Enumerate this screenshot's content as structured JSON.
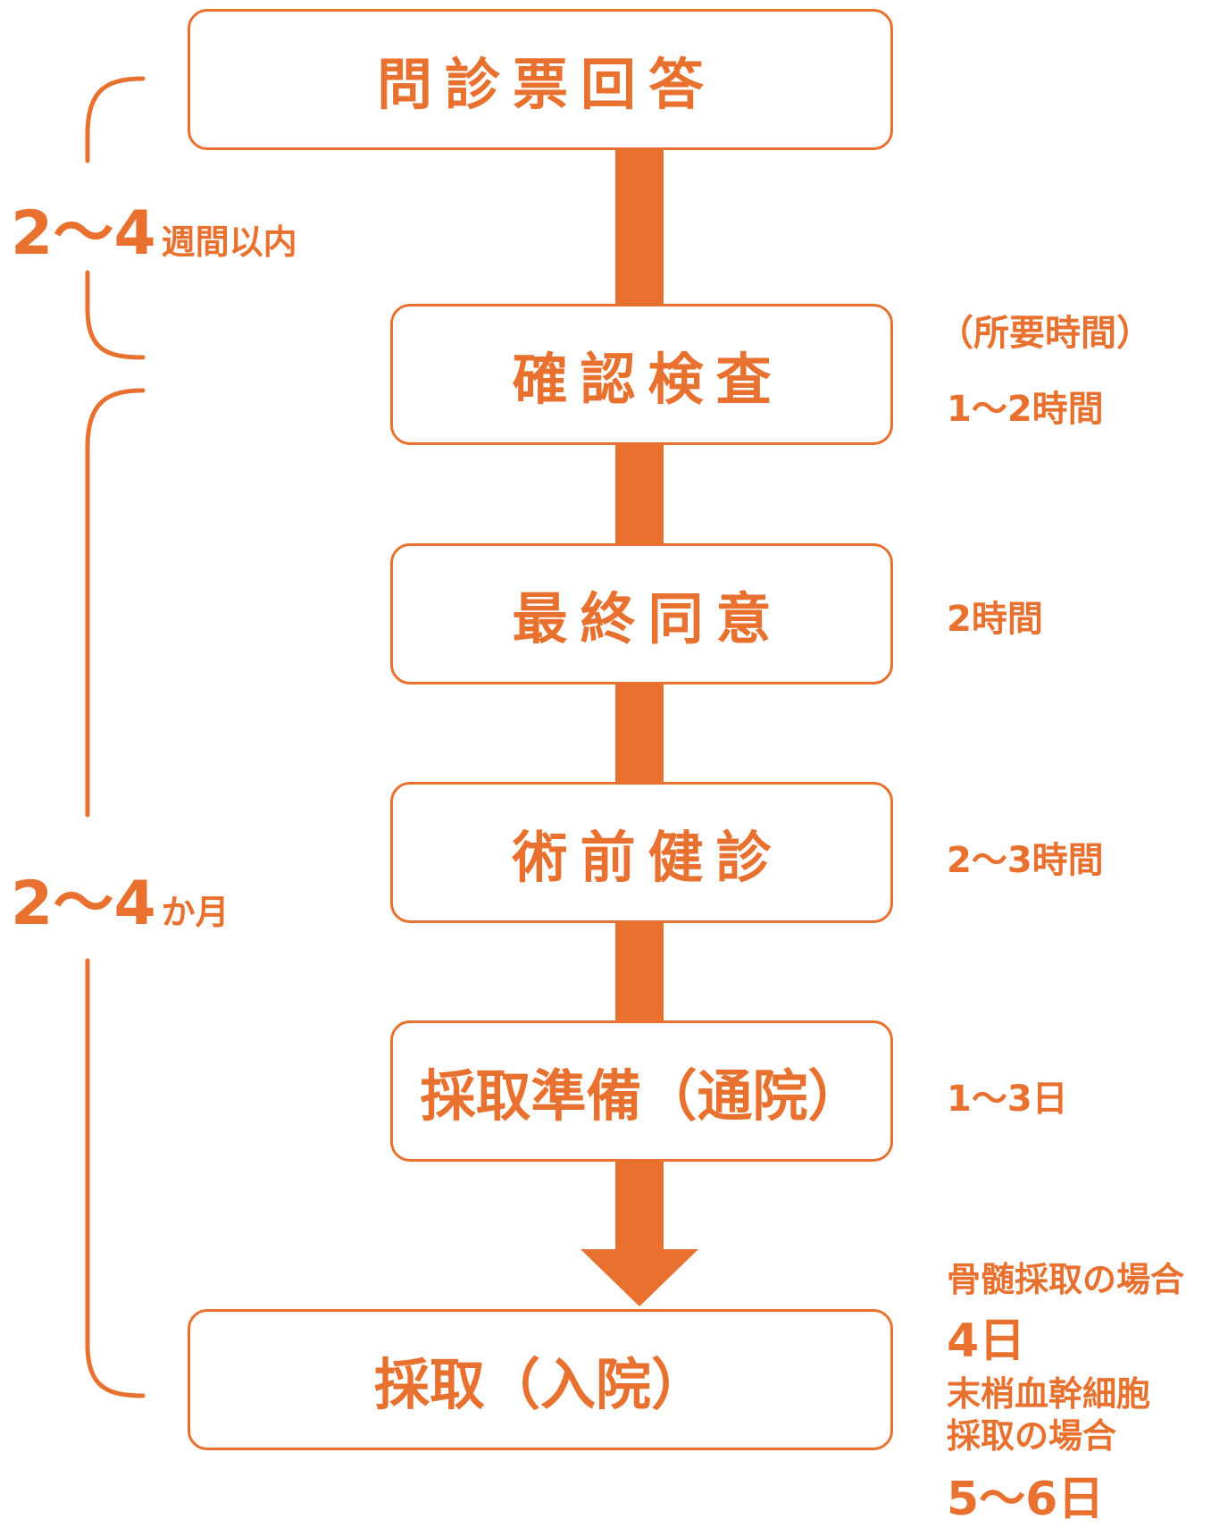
{
  "colors": {
    "accent": "#E87130"
  },
  "steps": [
    {
      "label": "問診票回答"
    },
    {
      "label": "確認検査"
    },
    {
      "label": "最終同意"
    },
    {
      "label": "術前健診"
    },
    {
      "label": "採取準備（通院）"
    },
    {
      "label": "採取（入院）"
    }
  ],
  "periods": {
    "first": {
      "number": "2〜4",
      "unit": "週間以内"
    },
    "second": {
      "number": "2〜4",
      "unit": "か月"
    }
  },
  "durations": {
    "header": "（所要時間）",
    "confirm_test": "1〜2時間",
    "final_consent": "2時間",
    "pre_op_checkup": "2〜3時間",
    "collection_prep": "1〜3日"
  },
  "collection_notes": {
    "bone_marrow_label": "骨髄採取の場合",
    "bone_marrow_days": "4日",
    "peripheral_label_line1": "末梢血幹細胞",
    "peripheral_label_line2": "採取の場合",
    "peripheral_days": "5〜6日"
  }
}
